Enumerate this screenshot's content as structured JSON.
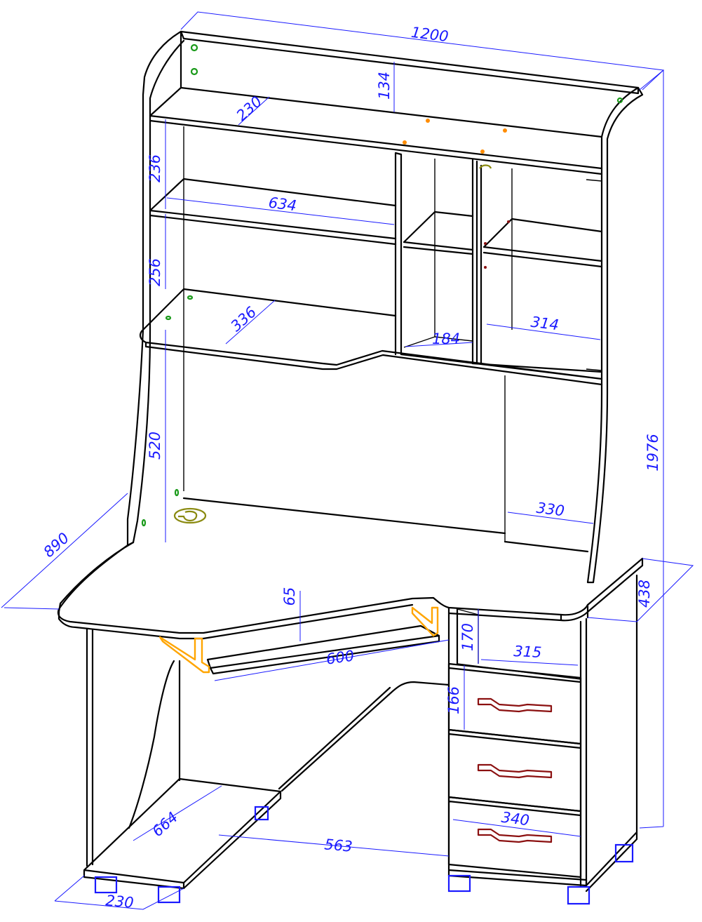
{
  "colors": {
    "outline": "#000000",
    "dimension": "#1a1aff",
    "bracket": "#ffa500",
    "fastener": "#1a9a1a",
    "handle": "#8b1010",
    "cable_grommet": "#8a8a10"
  },
  "dimensions": [
    {
      "id": "overall-width",
      "text": "1200"
    },
    {
      "id": "overall-height",
      "text": "1976"
    },
    {
      "id": "top-shelf-height",
      "text": "134"
    },
    {
      "id": "top-shelf-depth",
      "text": "230"
    },
    {
      "id": "upper-shelf-gap",
      "text": "236"
    },
    {
      "id": "shelf-width",
      "text": "634"
    },
    {
      "id": "middle-shelf-gap",
      "text": "256"
    },
    {
      "id": "hutch-base-depth",
      "text": "336"
    },
    {
      "id": "niche-width",
      "text": "184"
    },
    {
      "id": "right-section-width",
      "text": "314"
    },
    {
      "id": "hutch-leg-height",
      "text": "520"
    },
    {
      "id": "desk-left-depth",
      "text": "890"
    },
    {
      "id": "right-panel-width",
      "text": "330"
    },
    {
      "id": "pedestal-depth",
      "text": "438"
    },
    {
      "id": "keyboard-gap",
      "text": "65"
    },
    {
      "id": "keyboard-width",
      "text": "600"
    },
    {
      "id": "niche-height",
      "text": "170"
    },
    {
      "id": "niche-width-lower",
      "text": "315"
    },
    {
      "id": "drawer-height",
      "text": "166"
    },
    {
      "id": "drawer-width",
      "text": "340"
    },
    {
      "id": "footrest-length",
      "text": "664"
    },
    {
      "id": "base-length",
      "text": "563"
    },
    {
      "id": "footrest-depth",
      "text": "230"
    }
  ]
}
